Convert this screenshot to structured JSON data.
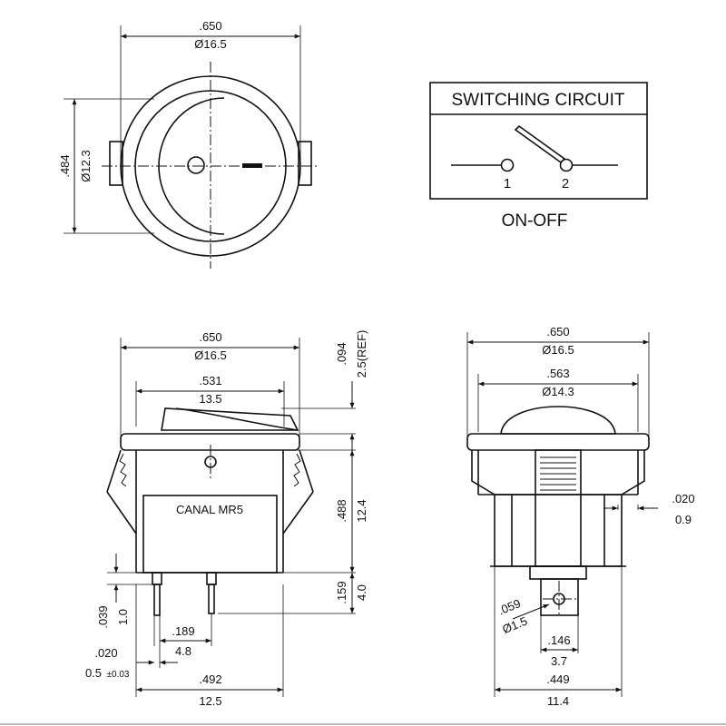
{
  "circuit": {
    "title": "SWITCHING CIRCUIT",
    "terminal_1": "1",
    "terminal_2": "2",
    "function": "ON-OFF"
  },
  "top_view": {
    "width_in": ".650",
    "width_mm": "Ø16.5",
    "height_in": ".484",
    "height_mm": "Ø12.3"
  },
  "front_view": {
    "width_in": ".650",
    "width_mm": "Ø16.5",
    "rocker_in": ".531",
    "rocker_mm": "13.5",
    "rocker_h_in": ".094",
    "rocker_h_mm": "2.5(REF)",
    "body_h_in": ".488",
    "body_h_mm": "12.4",
    "terminal_h_in": ".159",
    "terminal_h_mm": "4.0",
    "pin_w_in": ".039",
    "pin_w_mm": "1.0",
    "pin_spacing_in": ".189",
    "pin_spacing_mm": "4.8",
    "pin_thick_in": ".020",
    "pin_thick_mm": "0.5",
    "pin_thick_tol": "±0.03",
    "base_w_in": ".492",
    "base_w_mm": "12.5",
    "body_marking": "CANAL  MR5"
  },
  "side_view": {
    "width_in": ".650",
    "width_mm": "Ø16.5",
    "dome_in": ".563",
    "dome_mm": "Ø14.3",
    "clip_in": ".020",
    "clip_mm": "0.9",
    "hole_in": ".059",
    "hole_mm": "Ø1.5",
    "tab_w_in": ".146",
    "tab_w_mm": "3.7",
    "base_w_in": ".449",
    "base_w_mm": "11.4"
  }
}
